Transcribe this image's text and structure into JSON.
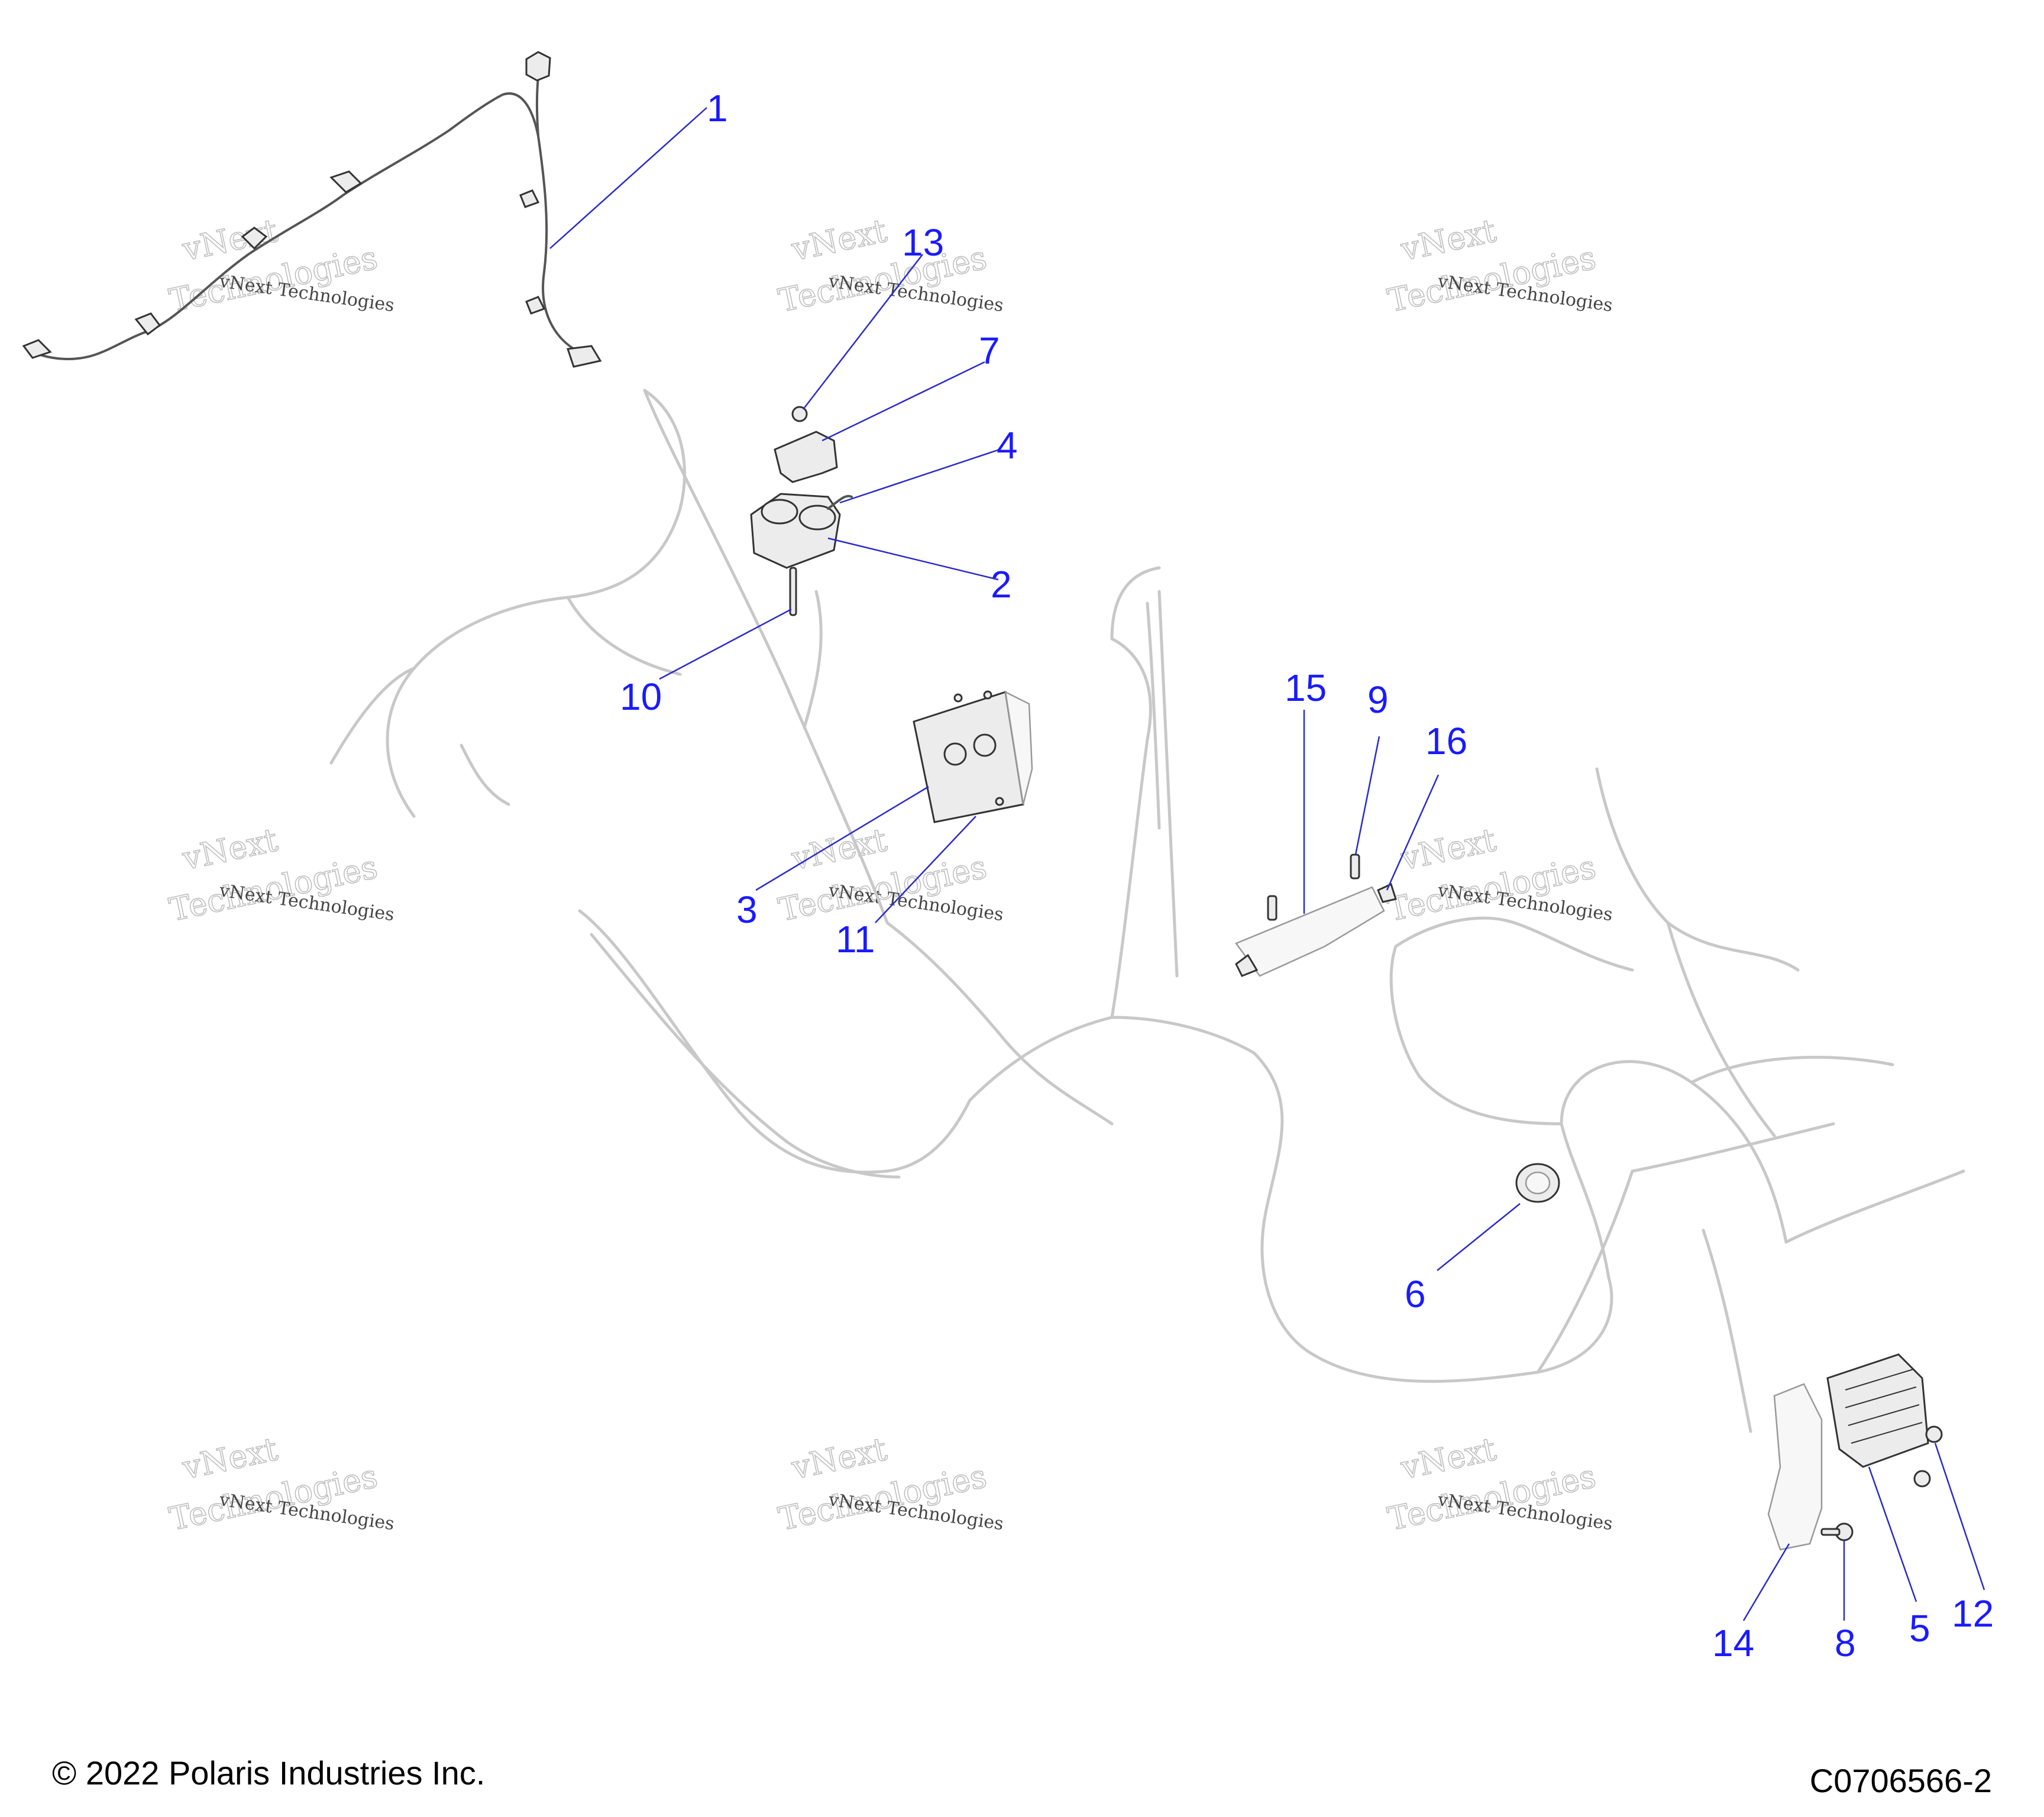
{
  "diagram": {
    "callouts": [
      {
        "id": "1",
        "label": "1"
      },
      {
        "id": "2",
        "label": "2"
      },
      {
        "id": "3",
        "label": "3"
      },
      {
        "id": "4",
        "label": "4"
      },
      {
        "id": "5",
        "label": "5"
      },
      {
        "id": "6",
        "label": "6"
      },
      {
        "id": "7",
        "label": "7"
      },
      {
        "id": "8",
        "label": "8"
      },
      {
        "id": "9",
        "label": "9"
      },
      {
        "id": "10",
        "label": "10"
      },
      {
        "id": "11",
        "label": "11"
      },
      {
        "id": "12",
        "label": "12"
      },
      {
        "id": "13",
        "label": "13"
      },
      {
        "id": "14",
        "label": "14"
      },
      {
        "id": "15",
        "label": "15"
      },
      {
        "id": "16",
        "label": "16"
      }
    ],
    "watermark": {
      "line1": "vNext Technologies",
      "line2": "vNext",
      "line3": "Technologies"
    },
    "colors": {
      "callout": "#1a1aff",
      "leader": "#2a2acc",
      "harness": "#c8c8c8"
    }
  },
  "footer": {
    "copyright": "© 2022 Polaris Industries Inc.",
    "drawing_number": "C0706566-2"
  }
}
